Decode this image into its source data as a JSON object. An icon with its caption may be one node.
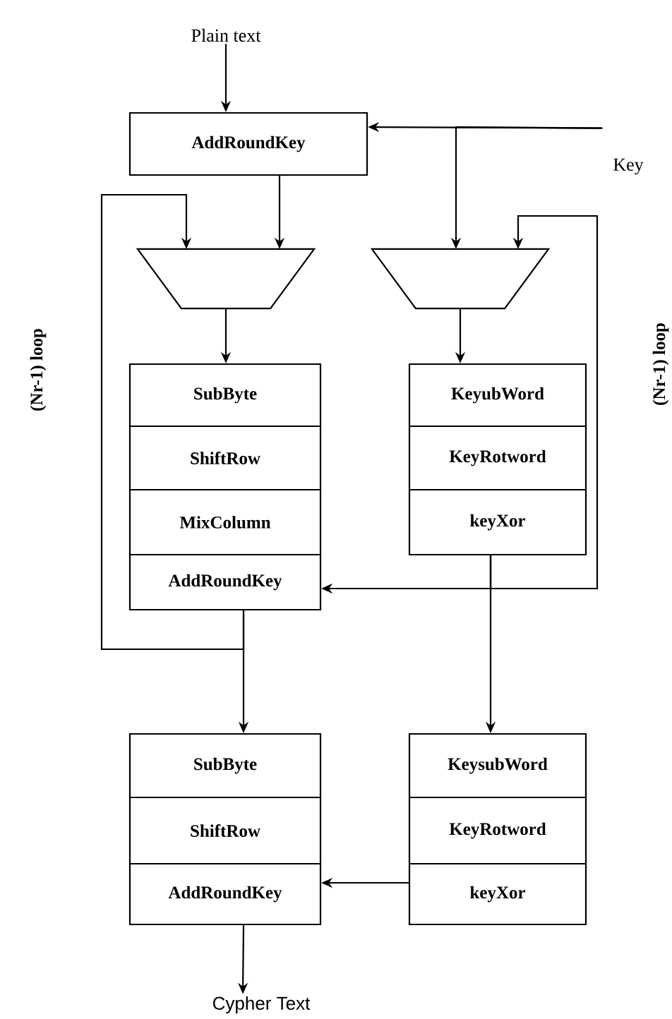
{
  "diagram": {
    "nodes": [
      {
        "text": [
          "Plain text"
        ]
      },
      {
        "text": [
          "AddRoundKey"
        ]
      },
      {
        "text": [
          "Key"
        ]
      },
      {
        "text": [],
        "shape": "trapezoid"
      },
      {
        "text": [],
        "shape": "trapezoid"
      },
      {
        "text": [
          "SubByte"
        ]
      },
      {
        "text": [
          "ShiftRow"
        ]
      },
      {
        "text": [
          "MixColumn"
        ]
      },
      {
        "text": [
          "AddRoundKey"
        ]
      },
      {
        "text": [
          "KeyubWord"
        ]
      },
      {
        "text": [
          "KeyRotword"
        ]
      },
      {
        "text": [
          "keyXor"
        ]
      },
      {
        "text": [
          "SubByte"
        ]
      },
      {
        "text": [
          "ShiftRow"
        ]
      },
      {
        "text": [
          "AddRoundKey"
        ]
      },
      {
        "text": [
          "KeysubWord"
        ]
      },
      {
        "text": [
          "KeyRotword"
        ]
      },
      {
        "text": [
          "keyXor"
        ]
      },
      {
        "text": [
          "Cypher Text"
        ]
      }
    ],
    "edges": [
      {
        "from": 0,
        "to": 1,
        "arrow": "to"
      },
      {
        "from": 2,
        "to": 1,
        "arrow": "to"
      },
      {
        "from": 2,
        "to": 4,
        "arrow": "to"
      },
      {
        "from": 1,
        "to": 3,
        "arrow": "to"
      },
      {
        "from": 8,
        "to": 3,
        "arrow": "to"
      },
      {
        "from": 8,
        "to": 12,
        "arrow": "to"
      },
      {
        "from": 3,
        "to": 5,
        "arrow": "to"
      },
      {
        "from": 4,
        "to": 9,
        "arrow": "to"
      },
      {
        "from": 11,
        "to": 8,
        "arrow": "to"
      },
      {
        "from": 11,
        "to": 4,
        "arrow": "to"
      },
      {
        "from": 11,
        "to": 15,
        "arrow": "to"
      },
      {
        "from": 17,
        "to": 14,
        "arrow": "to"
      },
      {
        "from": 14,
        "to": 18,
        "arrow": "to"
      }
    ],
    "labels": [
      "(Nr-1) loop",
      "(Nr-1) loop"
    ]
  }
}
